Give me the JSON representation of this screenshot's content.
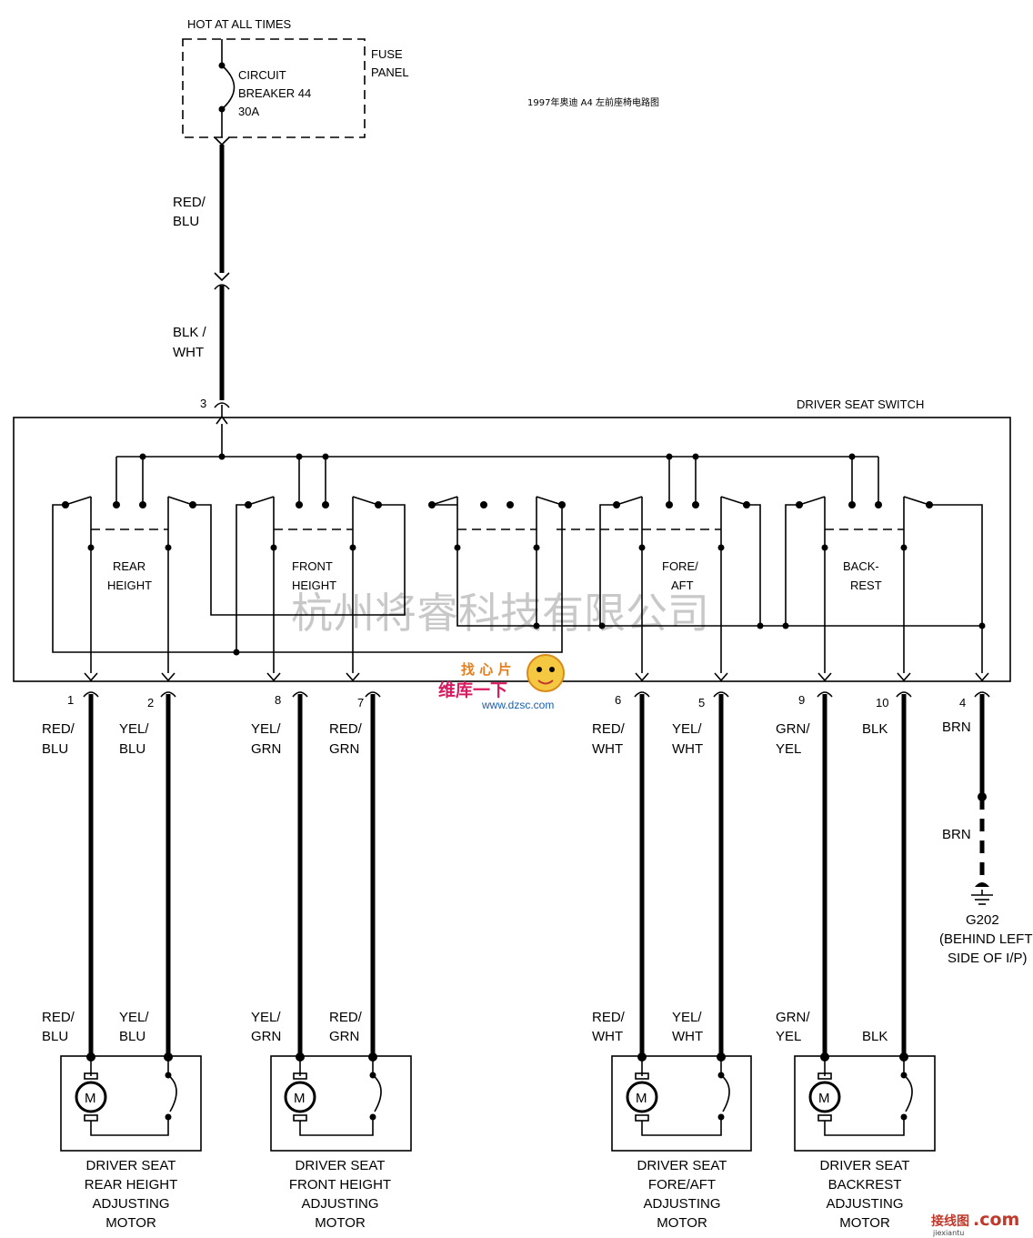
{
  "title_cn": "1997年奥迪 A4 左前座椅电路图",
  "hot_label": "HOT AT ALL TIMES",
  "fuse_panel": [
    "FUSE",
    "PANEL"
  ],
  "breaker": [
    "CIRCUIT",
    "BREAKER 44",
    "30A"
  ],
  "upper_wire_colors": [
    [
      "RED/",
      "BLU"
    ],
    [
      "BLK /",
      "WHT"
    ]
  ],
  "switch_name": "DRIVER SEAT SWITCH",
  "switch_input_pin": "3",
  "switch_sections": [
    [
      "REAR",
      "HEIGHT"
    ],
    [
      "FRONT",
      "HEIGHT"
    ],
    [
      "FORE/",
      "AFT"
    ],
    [
      "BACK-",
      "REST"
    ]
  ],
  "pins": [
    "1",
    "2",
    "8",
    "7",
    "6",
    "5",
    "9",
    "10",
    "4"
  ],
  "wire_colors_top": [
    [
      "RED/",
      "BLU"
    ],
    [
      "YEL/",
      "BLU"
    ],
    [
      "YEL/",
      "GRN"
    ],
    [
      "RED/",
      "GRN"
    ],
    [
      "RED/",
      "WHT"
    ],
    [
      "YEL/",
      "WHT"
    ],
    [
      "GRN/",
      "YEL"
    ],
    [
      "BLK"
    ],
    [
      "BRN"
    ]
  ],
  "wire_colors_bottom": [
    [
      "RED/",
      "BLU"
    ],
    [
      "YEL/",
      "BLU"
    ],
    [
      "YEL/",
      "GRN"
    ],
    [
      "RED/",
      "GRN"
    ],
    [
      "RED/",
      "WHT"
    ],
    [
      "YEL/",
      "WHT"
    ],
    [
      "GRN/",
      "YEL"
    ],
    [
      "BLK"
    ]
  ],
  "ground_wire_color": "BRN",
  "ground": [
    "G202",
    "(BEHIND LEFT",
    "SIDE OF I/P)"
  ],
  "motor_symbol": "M",
  "motors": [
    [
      "DRIVER SEAT",
      "REAR HEIGHT",
      "ADJUSTING",
      "MOTOR"
    ],
    [
      "DRIVER SEAT",
      "FRONT HEIGHT",
      "ADJUSTING",
      "MOTOR"
    ],
    [
      "DRIVER SEAT",
      "FORE/AFT",
      "ADJUSTING",
      "MOTOR"
    ],
    [
      "DRIVER SEAT",
      "BACKREST",
      "ADJUSTING",
      "MOTOR"
    ]
  ],
  "watermark": "杭州将睿科技有限公司",
  "logo_top": "找 心 片",
  "logo_mid": "维库一下",
  "logo_url": "www.dzsc.com",
  "corner_logo_cn": "接线图",
  "corner_logo_com": ".com",
  "corner_logo_url": "jiexiantu"
}
